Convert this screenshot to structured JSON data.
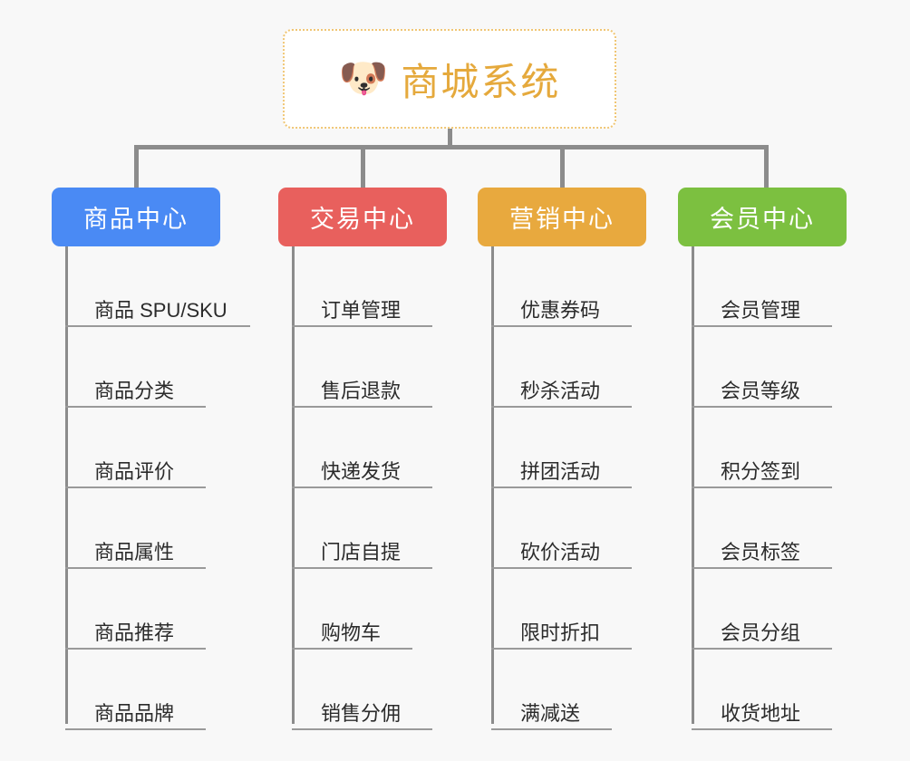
{
  "diagram": {
    "background_color": "#f8f8f8",
    "line_color": "#8c8c8c",
    "leaf_underline_color": "#9a9a9a"
  },
  "root": {
    "emoji": "🐶",
    "emoji_name": "dog-face-emoji",
    "title": "商城系统",
    "title_color": "#e5a93c",
    "border_color": "#f0c674",
    "background_color": "#ffffff"
  },
  "categories": [
    {
      "id": "product-center",
      "label": "商品中心",
      "color": "#4a8af4",
      "underline_width": 204,
      "items": [
        {
          "label": "商品 SPU/SKU"
        },
        {
          "label": "商品分类"
        },
        {
          "label": "商品评价"
        },
        {
          "label": "商品属性"
        },
        {
          "label": "商品推荐"
        },
        {
          "label": "商品品牌"
        }
      ]
    },
    {
      "id": "trade-center",
      "label": "交易中心",
      "color": "#e8605d",
      "underline_width": 155,
      "items": [
        {
          "label": "订单管理"
        },
        {
          "label": "售后退款"
        },
        {
          "label": "快递发货"
        },
        {
          "label": "门店自提"
        },
        {
          "label": "购物车"
        },
        {
          "label": "销售分佣"
        }
      ]
    },
    {
      "id": "marketing-center",
      "label": "营销中心",
      "color": "#e8a93e",
      "underline_width": 155,
      "items": [
        {
          "label": "优惠券码"
        },
        {
          "label": "秒杀活动"
        },
        {
          "label": "拼团活动"
        },
        {
          "label": "砍价活动"
        },
        {
          "label": "限时折扣"
        },
        {
          "label": "满减送"
        }
      ]
    },
    {
      "id": "member-center",
      "label": "会员中心",
      "color": "#7cc040",
      "underline_width": 155,
      "items": [
        {
          "label": "会员管理"
        },
        {
          "label": "会员等级"
        },
        {
          "label": "积分签到"
        },
        {
          "label": "会员标签"
        },
        {
          "label": "会员分组"
        },
        {
          "label": "收货地址"
        }
      ]
    }
  ]
}
